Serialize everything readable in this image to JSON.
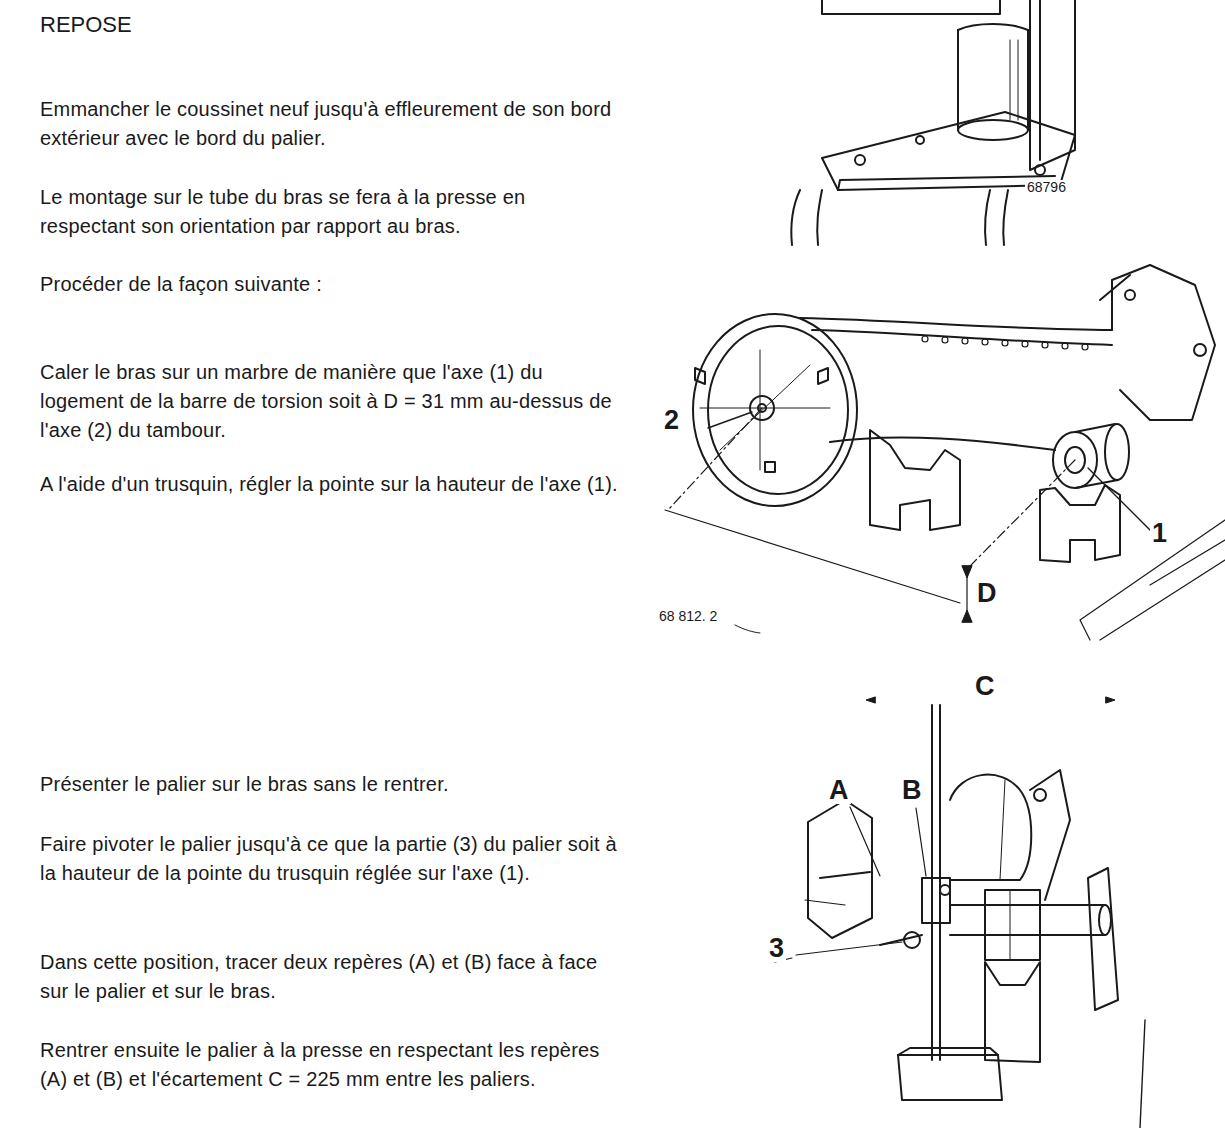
{
  "diagram": {
    "title": "REPOSE",
    "labels": [
      "Emmancher le coussinet neuf jusqu'à effleurement de son bord extérieur avec le bord du palier.",
      "Le montage sur le tube du bras se fera à la presse en respectant son orientation par rapport au bras.",
      "Procéder de la façon suivante :",
      "Caler le bras sur un marbre de manière que l'axe (1) du logement de la barre de torsion soit à D = 31 mm au-dessus de l'axe (2) du tambour.",
      "A l'aide d'un trusquin, régler la pointe sur la hauteur de l'axe (1).",
      "Présenter le palier sur le bras sans le rentrer.",
      "Faire pivoter le palier jusqu'à ce que la partie (3) du palier soit à la hauteur de la pointe du trusquin réglée sur l'axe (1).",
      "Dans cette position, tracer deux repères (A) et (B) face à face sur le palier et sur le bras.",
      "Rentrer ensuite le palier à la presse en respectant les repères (A) et (B) et l'écartement C = 225 mm entre les paliers.",
      "68796",
      "2",
      "1",
      "D",
      "68 812. 2",
      "C",
      "A",
      "B",
      "3"
    ]
  }
}
